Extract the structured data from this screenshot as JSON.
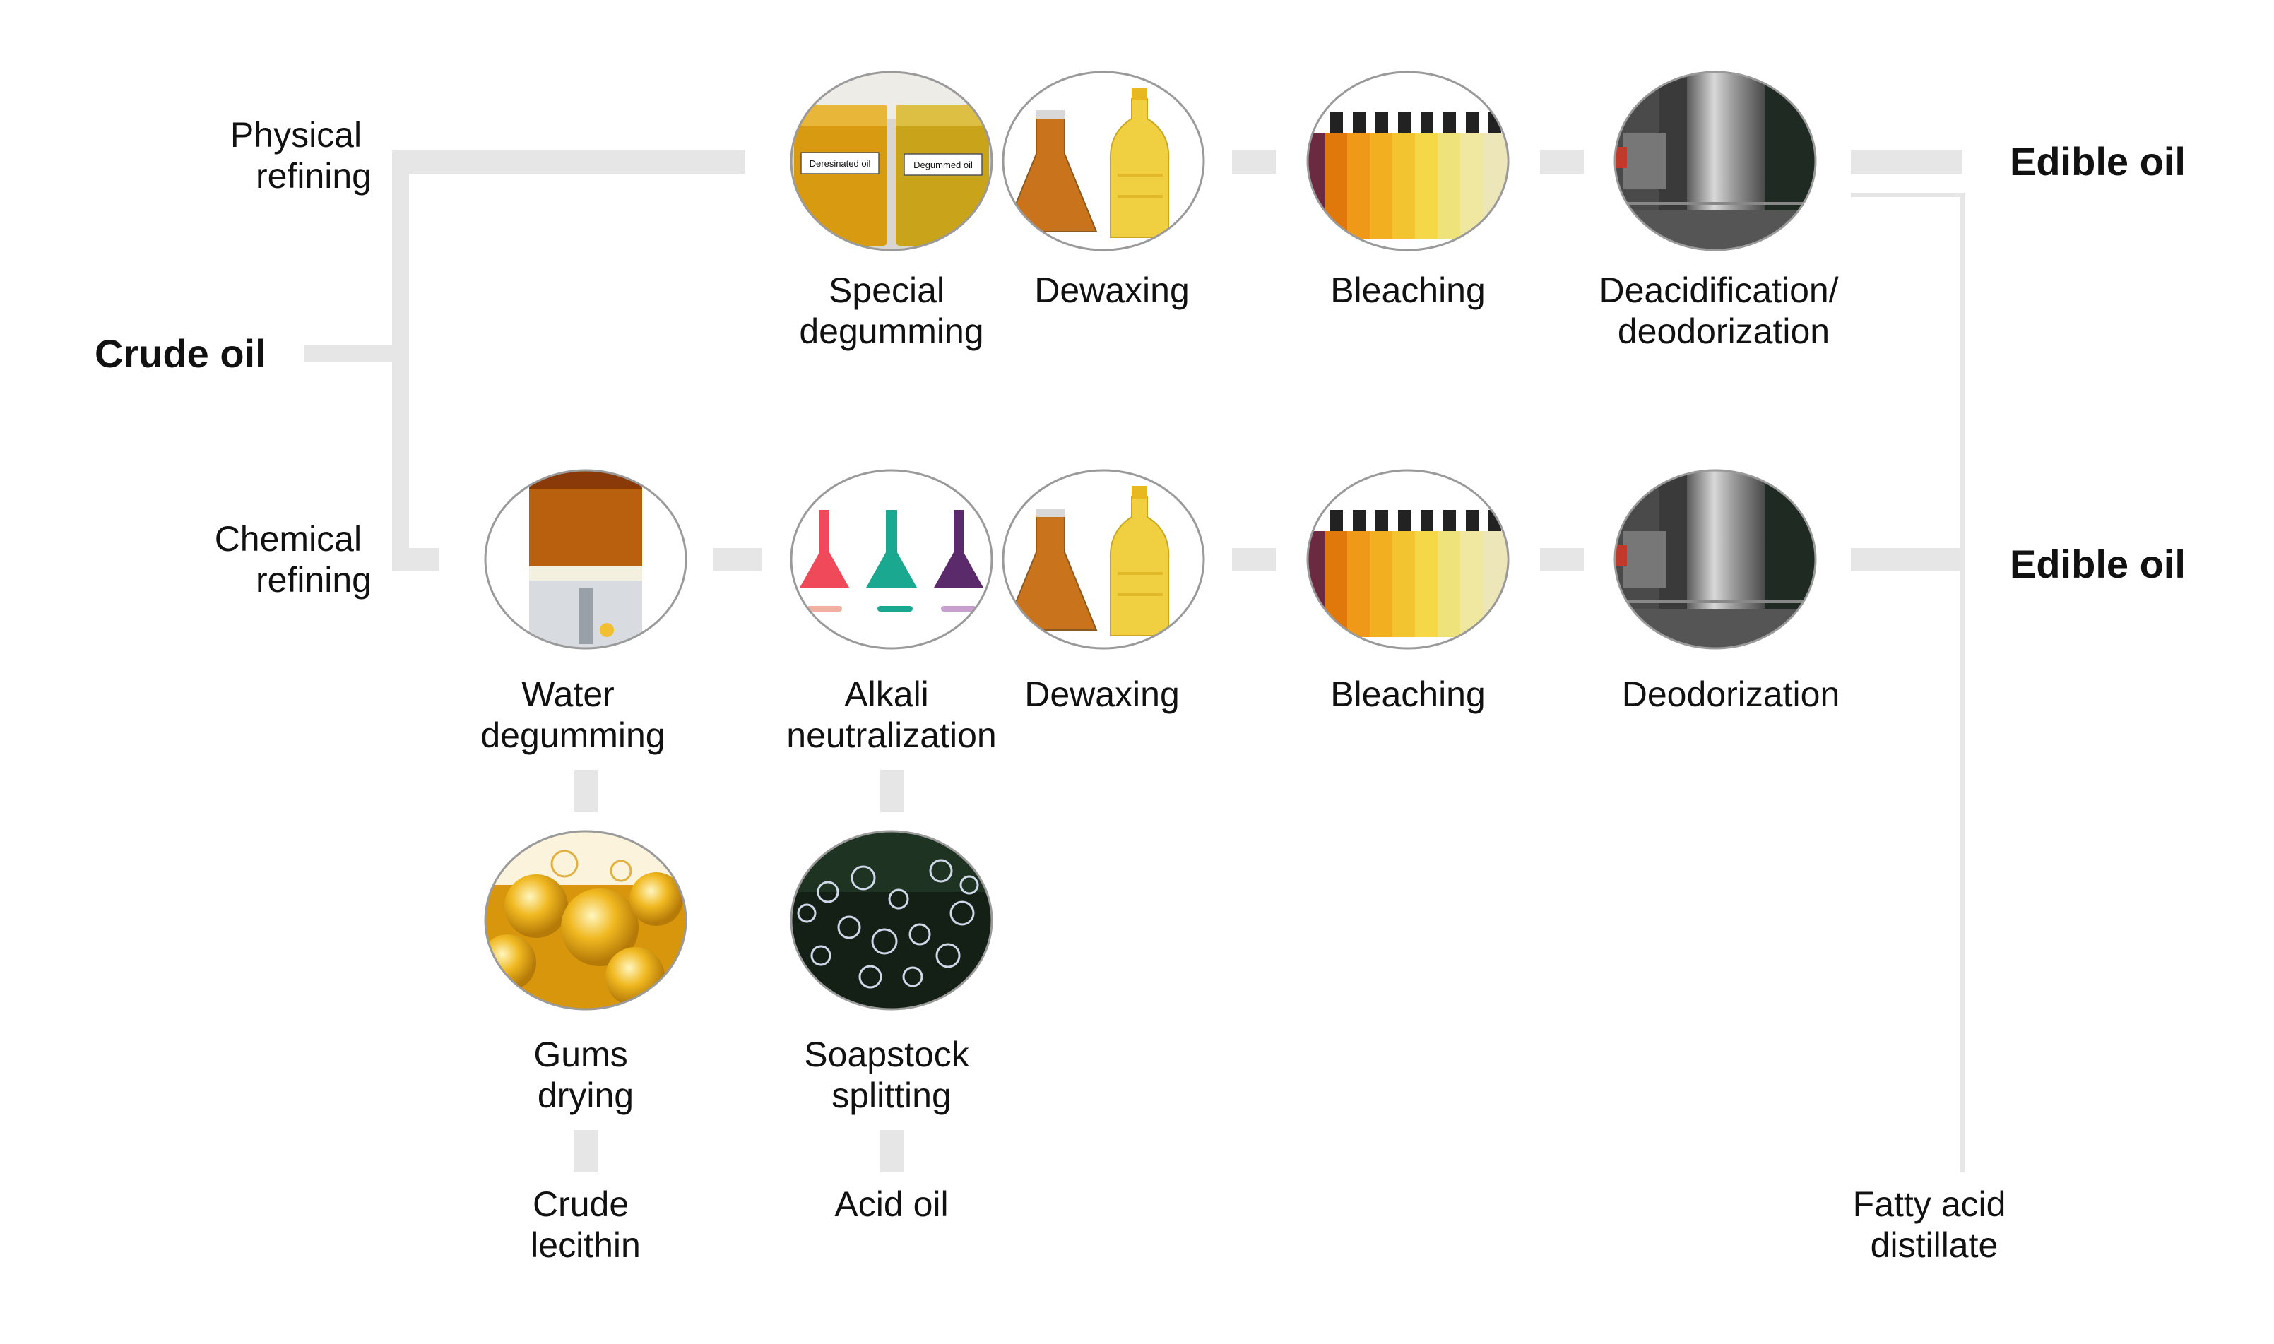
{
  "nodes": {
    "crude_oil": "Crude oil",
    "physical_refining": [
      "Physical",
      "refining"
    ],
    "chemical_refining": [
      "Chemical",
      "refining"
    ],
    "edible_oil_top": "Edible oil",
    "edible_oil_bottom": "Edible oil",
    "fatty_acid_distillate": [
      "Fatty acid",
      "distillate"
    ],
    "crude_lecithin": [
      "Crude",
      "lecithin"
    ],
    "acid_oil": "Acid oil"
  },
  "physical_steps": [
    {
      "label": [
        "Special",
        "degumming"
      ],
      "photo": "degummed-oil-beakers"
    },
    {
      "label": [
        "Dewaxing"
      ],
      "photo": "oil-flask-and-bottle"
    },
    {
      "label": [
        "Bleaching"
      ],
      "photo": "oil-sample-bottles"
    },
    {
      "label": [
        "Deacidification/",
        "deodorization"
      ],
      "photo": "deodorizer-tower"
    }
  ],
  "chemical_steps": [
    {
      "label": [
        "Water",
        "degumming"
      ],
      "photo": "degumming-beaker"
    },
    {
      "label": [
        "Alkali",
        "neutralization"
      ],
      "photo": "colored-flasks"
    },
    {
      "label": [
        "Dewaxing"
      ],
      "photo": "oil-flask-and-bottle"
    },
    {
      "label": [
        "Bleaching"
      ],
      "photo": "oil-sample-bottles"
    },
    {
      "label": [
        "Deodorization"
      ],
      "photo": "deodorizer-tower"
    }
  ],
  "byproduct_steps": [
    {
      "label": [
        "Gums",
        "drying"
      ],
      "photo": "oil-bubbles"
    },
    {
      "label": [
        "Soapstock",
        "splitting"
      ],
      "photo": "soap-bubbles"
    }
  ],
  "photo_texts": {
    "beaker_left": "Deresinated oil",
    "beaker_right": "Degummed oil"
  },
  "colors": {
    "connector": "#e6e6e6",
    "text": "#111111",
    "oil_amber": "#c98a10",
    "oil_yellow": "#f2cf3a"
  }
}
